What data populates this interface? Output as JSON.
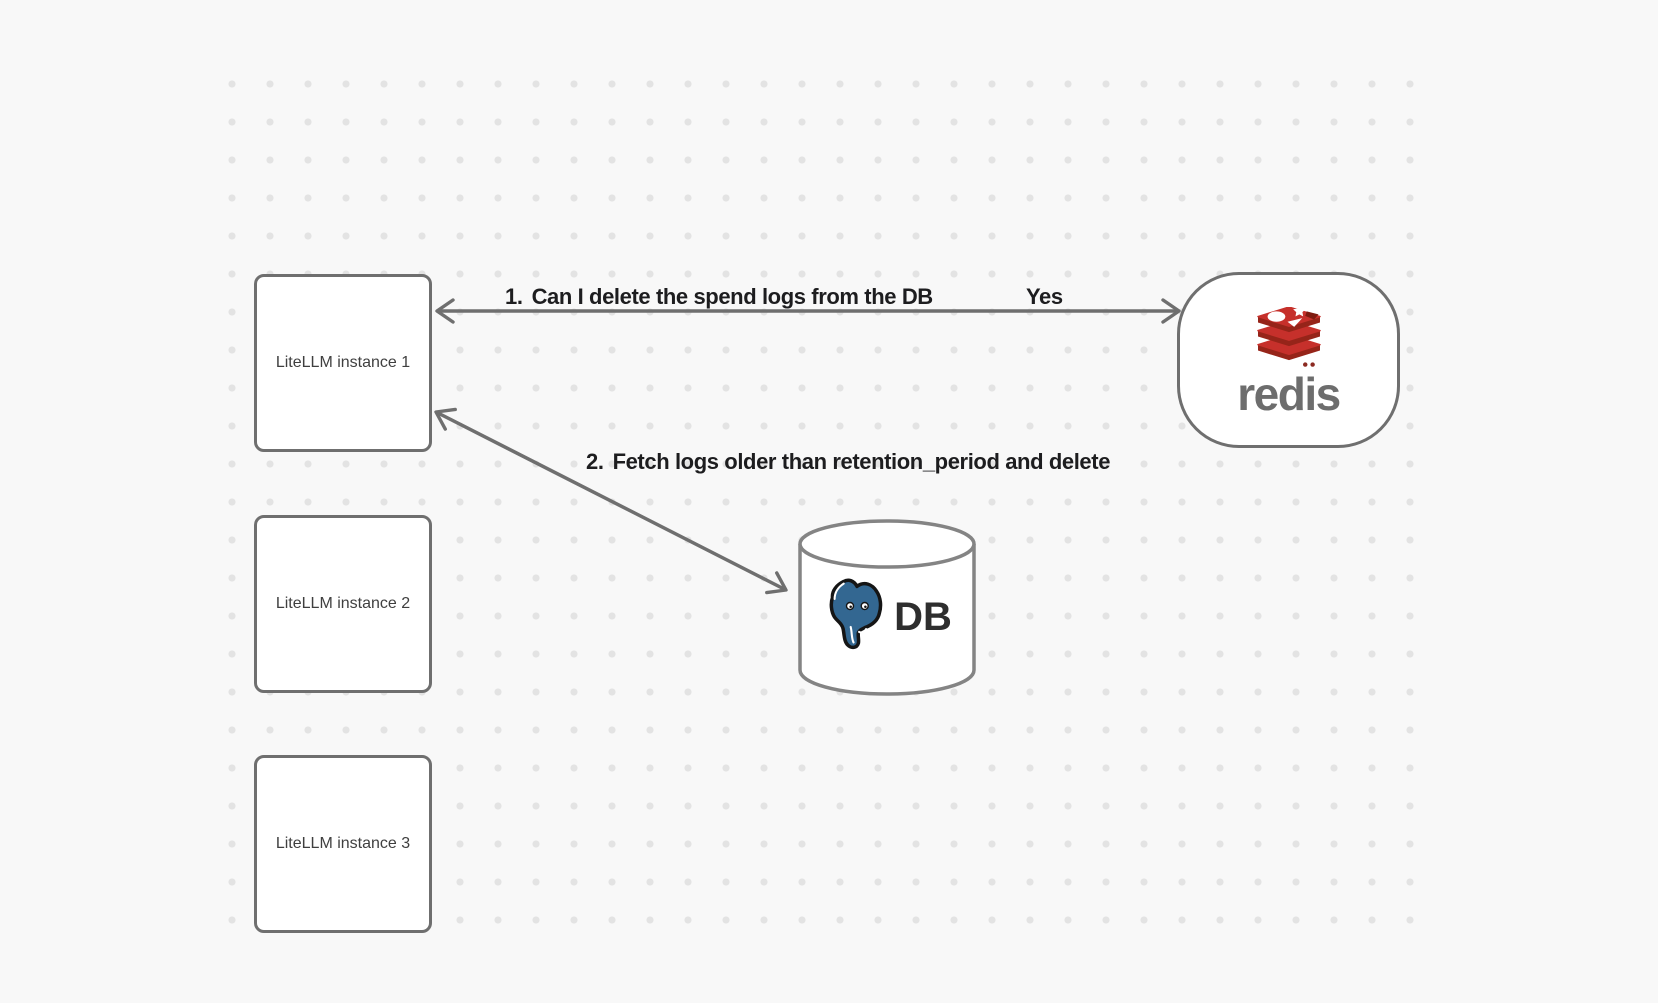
{
  "diagram": {
    "nodes": {
      "instances": [
        {
          "label": "LiteLLM instance 1"
        },
        {
          "label": "LiteLLM instance 2"
        },
        {
          "label": "LiteLLM instance 3"
        }
      ],
      "redis": {
        "wordmark": "redis",
        "icon": "redis-logo-icon"
      },
      "db": {
        "label": "DB",
        "icon": "postgresql-elephant-icon",
        "shape": "database-cylinder"
      }
    },
    "annotations": {
      "step1": {
        "number": "1.",
        "text": "Can I delete the spend logs from the DB"
      },
      "step1_answer": "Yes",
      "step2": {
        "number": "2.",
        "text": "Fetch logs older than retention_period and delete"
      }
    },
    "arrows": [
      {
        "name": "redis-instance1-arrow",
        "from": "redis",
        "to": "LiteLLM instance 1",
        "double_headed": true
      },
      {
        "name": "instance1-db-arrow",
        "from": "LiteLLM instance 1",
        "to": "DB",
        "double_headed": true
      }
    ],
    "colors": {
      "background": "#f8f8f8",
      "grid_dot": "#e3e3e3",
      "stroke_gray": "#6f6f6f",
      "label_text": "#1d1d1f",
      "node_text": "#3f3f3f",
      "redis_red": "#C6302B",
      "redis_dark_red": "#962419",
      "redis_wordmark_gray": "#6d6d6d",
      "postgres_blue": "#336791"
    }
  }
}
